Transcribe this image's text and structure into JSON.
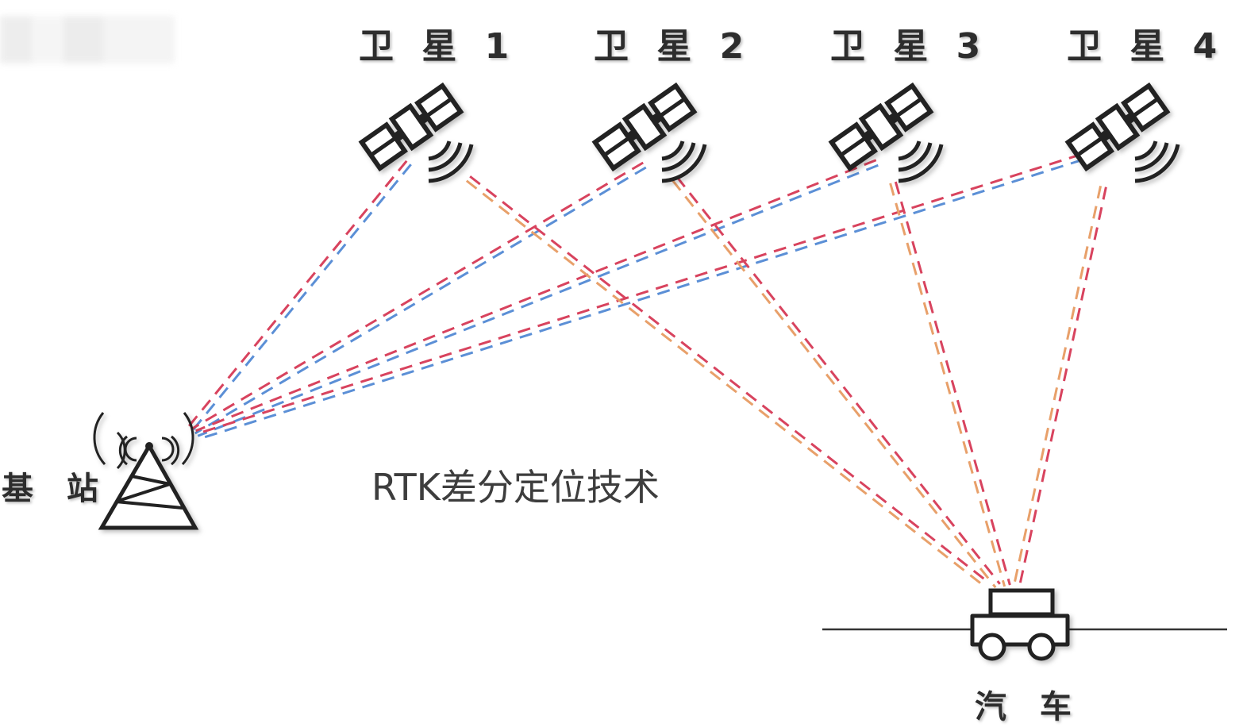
{
  "diagram": {
    "caption": "RTK差分定位技术",
    "base_station": {
      "label": "基 站",
      "icon": "radio-tower-icon"
    },
    "vehicle": {
      "label": "汽 车",
      "icon": "car-icon"
    },
    "satellites": [
      {
        "label": "卫 星 1",
        "icon": "satellite-icon"
      },
      {
        "label": "卫 星 2",
        "icon": "satellite-icon"
      },
      {
        "label": "卫 星 3",
        "icon": "satellite-icon"
      },
      {
        "label": "卫 星 4",
        "icon": "satellite-icon"
      }
    ],
    "signal_colors": {
      "to_base_primary": "#5b8fd6",
      "to_base_secondary": "#d8435e",
      "to_car_primary": "#d8435e",
      "to_car_secondary": "#e8a06a"
    }
  }
}
